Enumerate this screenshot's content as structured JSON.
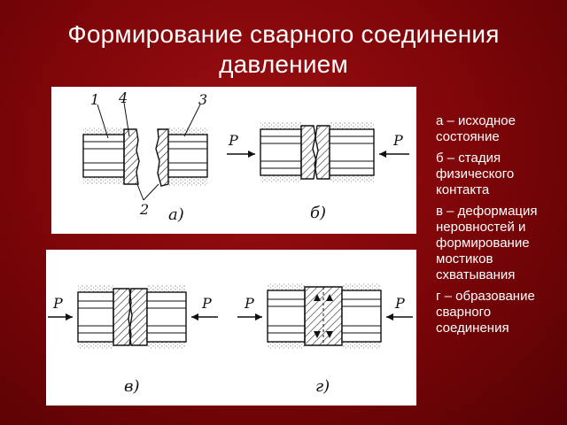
{
  "title": "Формирование сварного соединения давлением",
  "diagram": {
    "part_labels": [
      "1",
      "4",
      "3",
      "2"
    ],
    "force_label": "P",
    "captions": [
      "а)",
      "б)",
      "в)",
      "г)"
    ]
  },
  "legend": {
    "items": [
      "а – исходное состояние",
      "б – стадия физического контакта",
      "в – деформация неровностей и формирование мостиков схватывания",
      "г – образование сварного соединения"
    ]
  }
}
